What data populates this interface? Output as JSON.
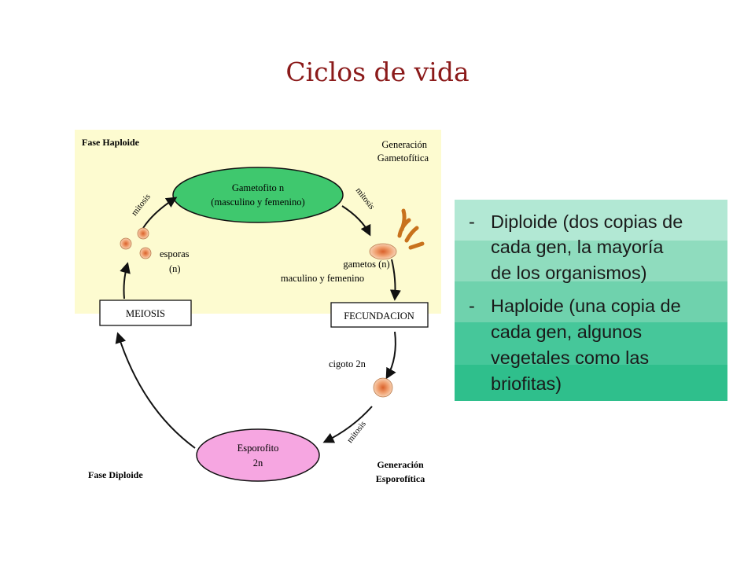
{
  "title": "Ciclos de vida",
  "diagram": {
    "fase_haploide": "Fase Haploide",
    "generacion_gametofitica": [
      "Generación",
      "Gametofítica"
    ],
    "gametofito": [
      "Gametofito n",
      "(masculino y femenino)"
    ],
    "mitosis_left": "mitosis",
    "mitosis_right": "mitosis",
    "mitosis_bottom": "mitosis",
    "esporas": [
      "esporas",
      "(n)"
    ],
    "gametos": [
      "gametos (n)",
      "maculino y femenino"
    ],
    "meiosis": "MEIOSIS",
    "fecundacion": "FECUNDACION",
    "cigoto": "cigoto 2n",
    "esporofito": [
      "Esporofito",
      "2n"
    ],
    "fase_diploide": "Fase Diploide",
    "generacion_esporofitica": [
      "Generación",
      "Esporofítica"
    ]
  },
  "panel": {
    "item1": {
      "dash": "-",
      "lines": [
        "Diploide (dos copias de",
        "cada gen, la mayoría",
        "de los organismos)"
      ]
    },
    "item2": {
      "dash": "-",
      "lines": [
        "Haploide (una copia de",
        "cada gen, algunos",
        "vegetales como las",
        "briofitas)"
      ]
    }
  },
  "colors": {
    "title": "#8b1a1a",
    "haploid_bg": "#fdfbd0",
    "gametofito_fill": "#3fc86e",
    "esporofito_fill": "#f6a6e1",
    "panel_bands": [
      "#b2e8d4",
      "#8fdcbe",
      "#6fd2ad",
      "#46c79a",
      "#2fbf8c"
    ]
  }
}
